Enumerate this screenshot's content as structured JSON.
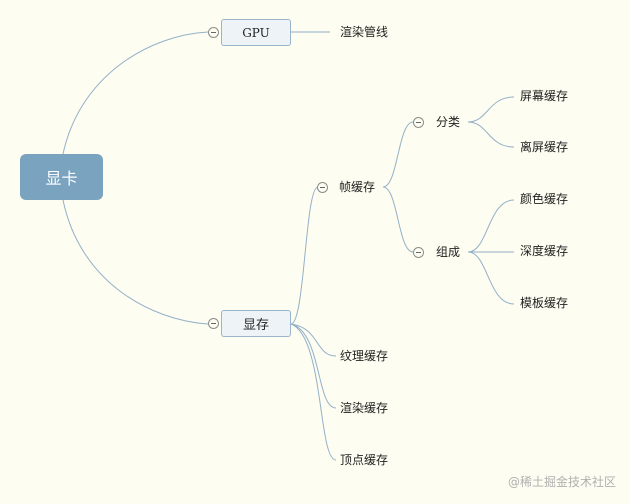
{
  "root": {
    "label": "显卡"
  },
  "gpu": {
    "label": "GPU",
    "children": [
      "渲染管线"
    ]
  },
  "memory": {
    "label": "显存",
    "frame_buffer": {
      "label": "帧缓存",
      "category": {
        "label": "分类",
        "children": [
          "屏幕缓存",
          "离屏缓存"
        ]
      },
      "composition": {
        "label": "组成",
        "children": [
          "颜色缓存",
          "深度缓存",
          "模板缓存"
        ]
      }
    },
    "others": [
      "纹理缓存",
      "渲染缓存",
      "顶点缓存"
    ]
  },
  "watermark": "@稀土掘金技术社区",
  "colors": {
    "background": "#fdfdf1",
    "root_fill": "#7aa3c0",
    "node_fill": "#eef3f8",
    "node_border": "#98b5cc",
    "link": "#94b0c8"
  }
}
